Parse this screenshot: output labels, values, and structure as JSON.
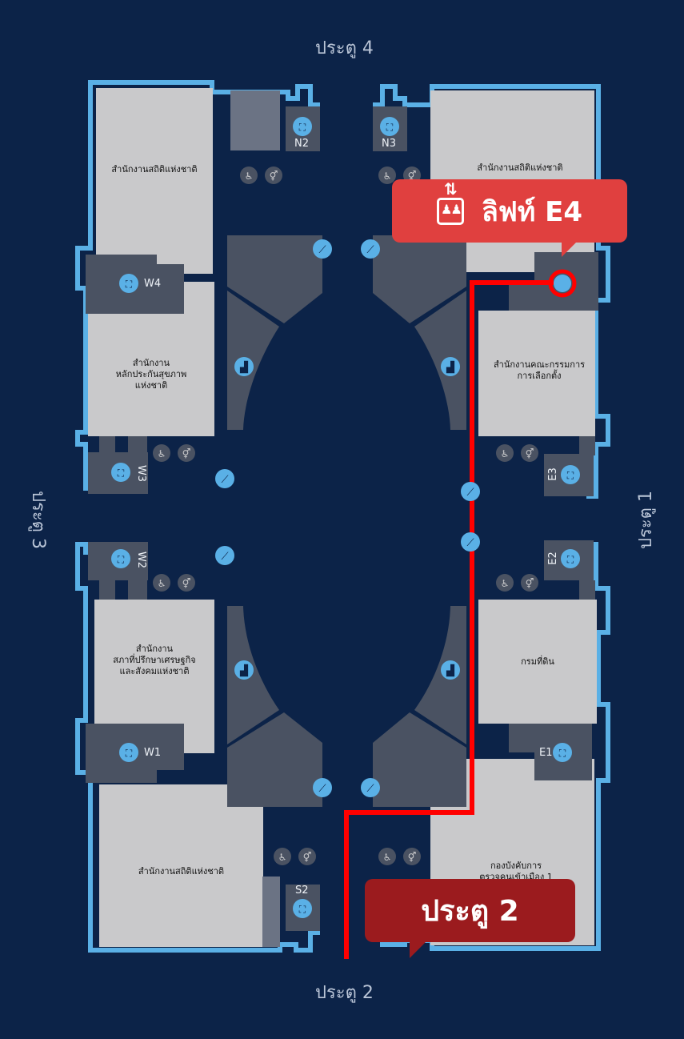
{
  "gates": {
    "north": "ประตู 4",
    "south": "ประตู 2",
    "east": "ประตู 1",
    "west": "ประตู 3"
  },
  "callouts": {
    "elevator": "ลิฟท์ E4",
    "entrance": "ประตู 2"
  },
  "offices": {
    "nw_top": "สำนักงานสถิติแห่งชาติ",
    "ne_top": "สำนักงานสถิติแห่งชาติ",
    "w_health": "สำนักงาน\nหลักประกันสุขภาพ\nแห่งชาติ",
    "e_election": "สำนักงานคณะกรรมการ\nการเลือกตั้ง",
    "w_economic": "สำนักงาน\nสภาที่ปรึกษาเศรษฐกิจ\nและสังคมแห่งชาติ",
    "e_land": "กรมที่ดิน",
    "sw_stat": "สำนักงานสถิติแห่งชาติ",
    "se_immigration": "กองบังคับการ\nตรวจคนเข้าเมือง 1"
  },
  "elevators": {
    "n2": "N2",
    "n3": "N3",
    "w4": "W4",
    "w3": "W3",
    "w2": "W2",
    "w1": "W1",
    "e3": "E3",
    "e2": "E2",
    "e1": "E1",
    "s2": "S2"
  },
  "colors": {
    "background": "#0c2348",
    "building_outline": "#5ab0e6",
    "office": "#c9c9cb",
    "service": "#4b5563",
    "icon": "#5ab0e6",
    "route": "#ff0000",
    "callout_elevator": "#e0403f",
    "callout_entrance": "#9b1b1e"
  },
  "icons": [
    "elevator-icon",
    "wheelchair-icon",
    "restroom-icon",
    "escalator-icon",
    "stairs-icon"
  ]
}
